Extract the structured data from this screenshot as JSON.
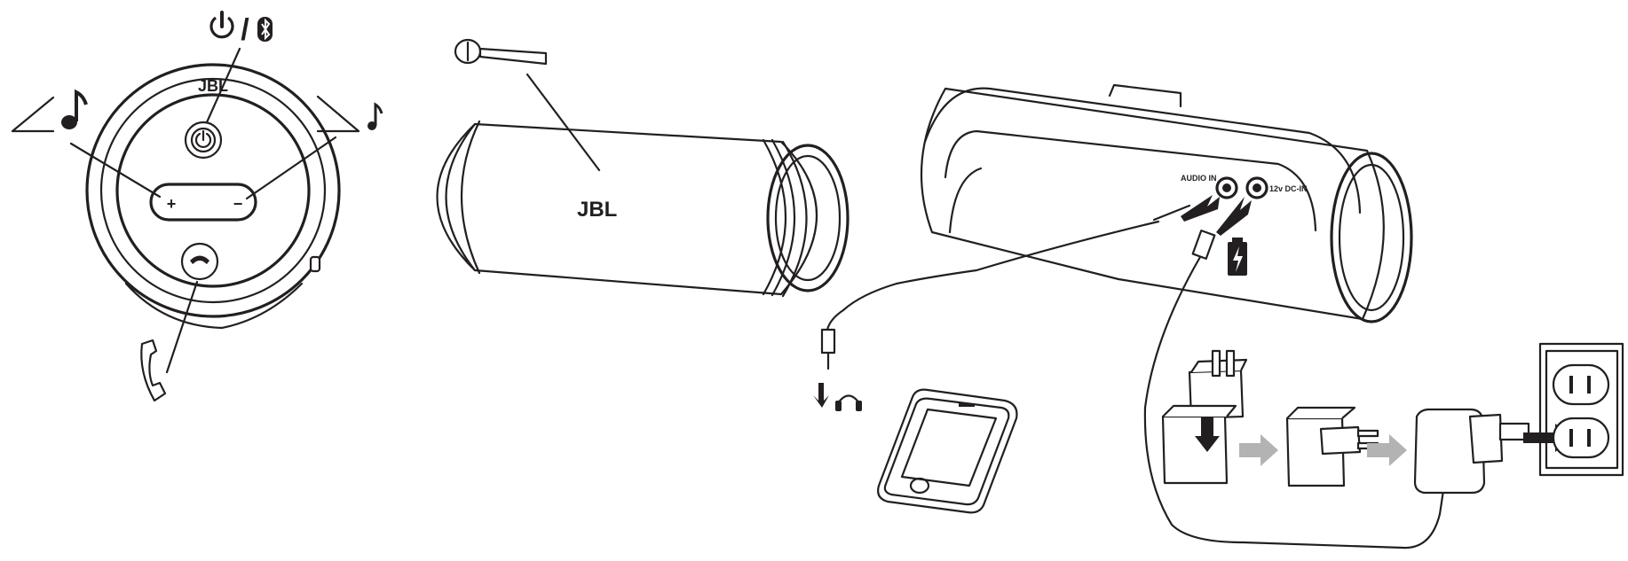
{
  "colors": {
    "line": "#231f20",
    "arrow_grey": "#b3b3b3",
    "background": "#ffffff"
  },
  "icons": {
    "control_panel": [
      "power-icon",
      "bluetooth-icon",
      "volume-down-icon",
      "volume-up-icon",
      "play-pause-icon",
      "phone-icon",
      "phone-handset-icon"
    ],
    "speaker_front": [
      "microphone-icon"
    ],
    "speaker_back": [
      "headphone-icon",
      "battery-charge-icon",
      "arrow-icon"
    ],
    "charger": [
      "power-plug-icon",
      "wall-outlet-icon",
      "arrow-icon"
    ]
  },
  "labels": {
    "brand_top": "JBL",
    "brand_front": "JBL",
    "plus": "+",
    "minus": "−",
    "slash": "/",
    "audio_in": "AUDIO IN",
    "dc_in": "12v DC-IN"
  }
}
